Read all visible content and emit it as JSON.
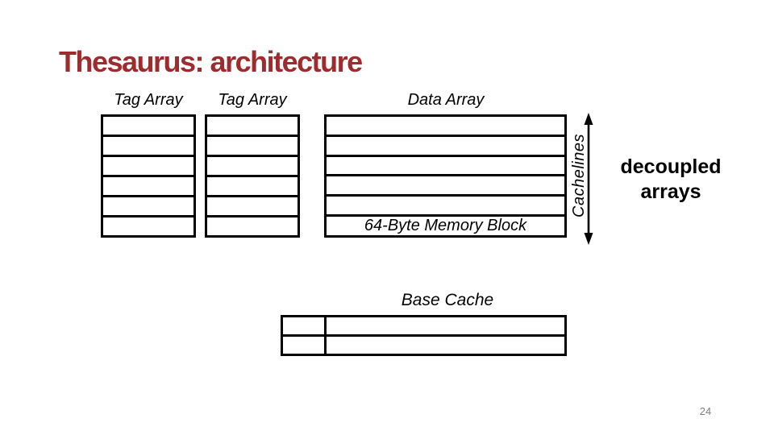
{
  "colors": {
    "accent": "#9E2B2E",
    "ink": "#000000",
    "muted": "#808080"
  },
  "slide": {
    "title": "Thesaurus: architecture",
    "page_number": "24"
  },
  "diagram": {
    "cachelines": 6,
    "tag_array_1_label": "Tag Array",
    "tag_array_2_label": "Tag Array",
    "data_array_label": "Data Array",
    "memory_block_label": "64-Byte Memory Block",
    "cachelines_label": "Cachelines",
    "annotation_line1": "decoupled",
    "annotation_line2": "arrays",
    "base_cache_label": "Base Cache",
    "base_cache_rows": 2
  }
}
